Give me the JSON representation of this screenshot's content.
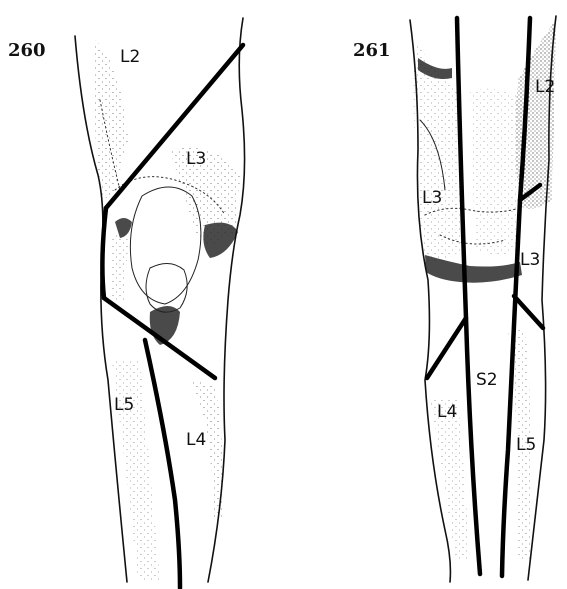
{
  "figures": [
    {
      "number": "260",
      "labels": [
        "L2",
        "L3",
        "L5",
        "L4"
      ]
    },
    {
      "number": "261",
      "labels": [
        "L2",
        "L3",
        "L3",
        "S2",
        "L4",
        "L5"
      ]
    }
  ],
  "colors": {
    "ink": "#111111",
    "paper": "#ffffff"
  }
}
